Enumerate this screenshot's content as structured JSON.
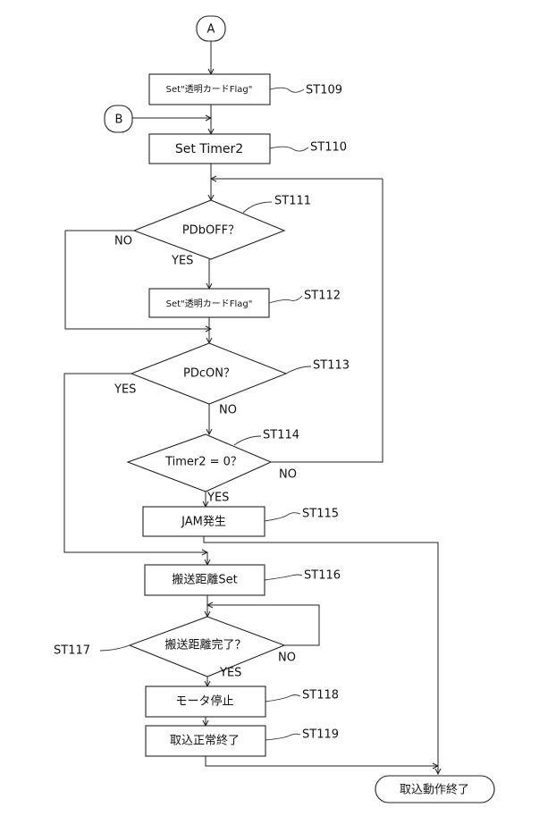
{
  "connectors": {
    "a": "A",
    "b": "B",
    "end": "取込動作終了"
  },
  "steps": {
    "st109": {
      "id": "ST109",
      "text": "Set\"透明カードFlag\""
    },
    "st110": {
      "id": "ST110",
      "text": "Set  Timer2"
    },
    "st111": {
      "id": "ST111",
      "text": "PDbOFF？"
    },
    "st112": {
      "id": "ST112",
      "text": "Set\"透明カードFlag\""
    },
    "st113": {
      "id": "ST113",
      "text": "PDcON？"
    },
    "st114": {
      "id": "ST114",
      "text": "Timer2 = 0？"
    },
    "st115": {
      "id": "ST115",
      "text": "JAM発生"
    },
    "st116": {
      "id": "ST116",
      "text": "搬送距離Set"
    },
    "st117": {
      "id": "ST117",
      "text": "搬送距離完了？"
    },
    "st118": {
      "id": "ST118",
      "text": "モータ停止"
    },
    "st119": {
      "id": "ST119",
      "text": "取込正常終了"
    }
  },
  "branches": {
    "yes": "YES",
    "no": "NO"
  }
}
